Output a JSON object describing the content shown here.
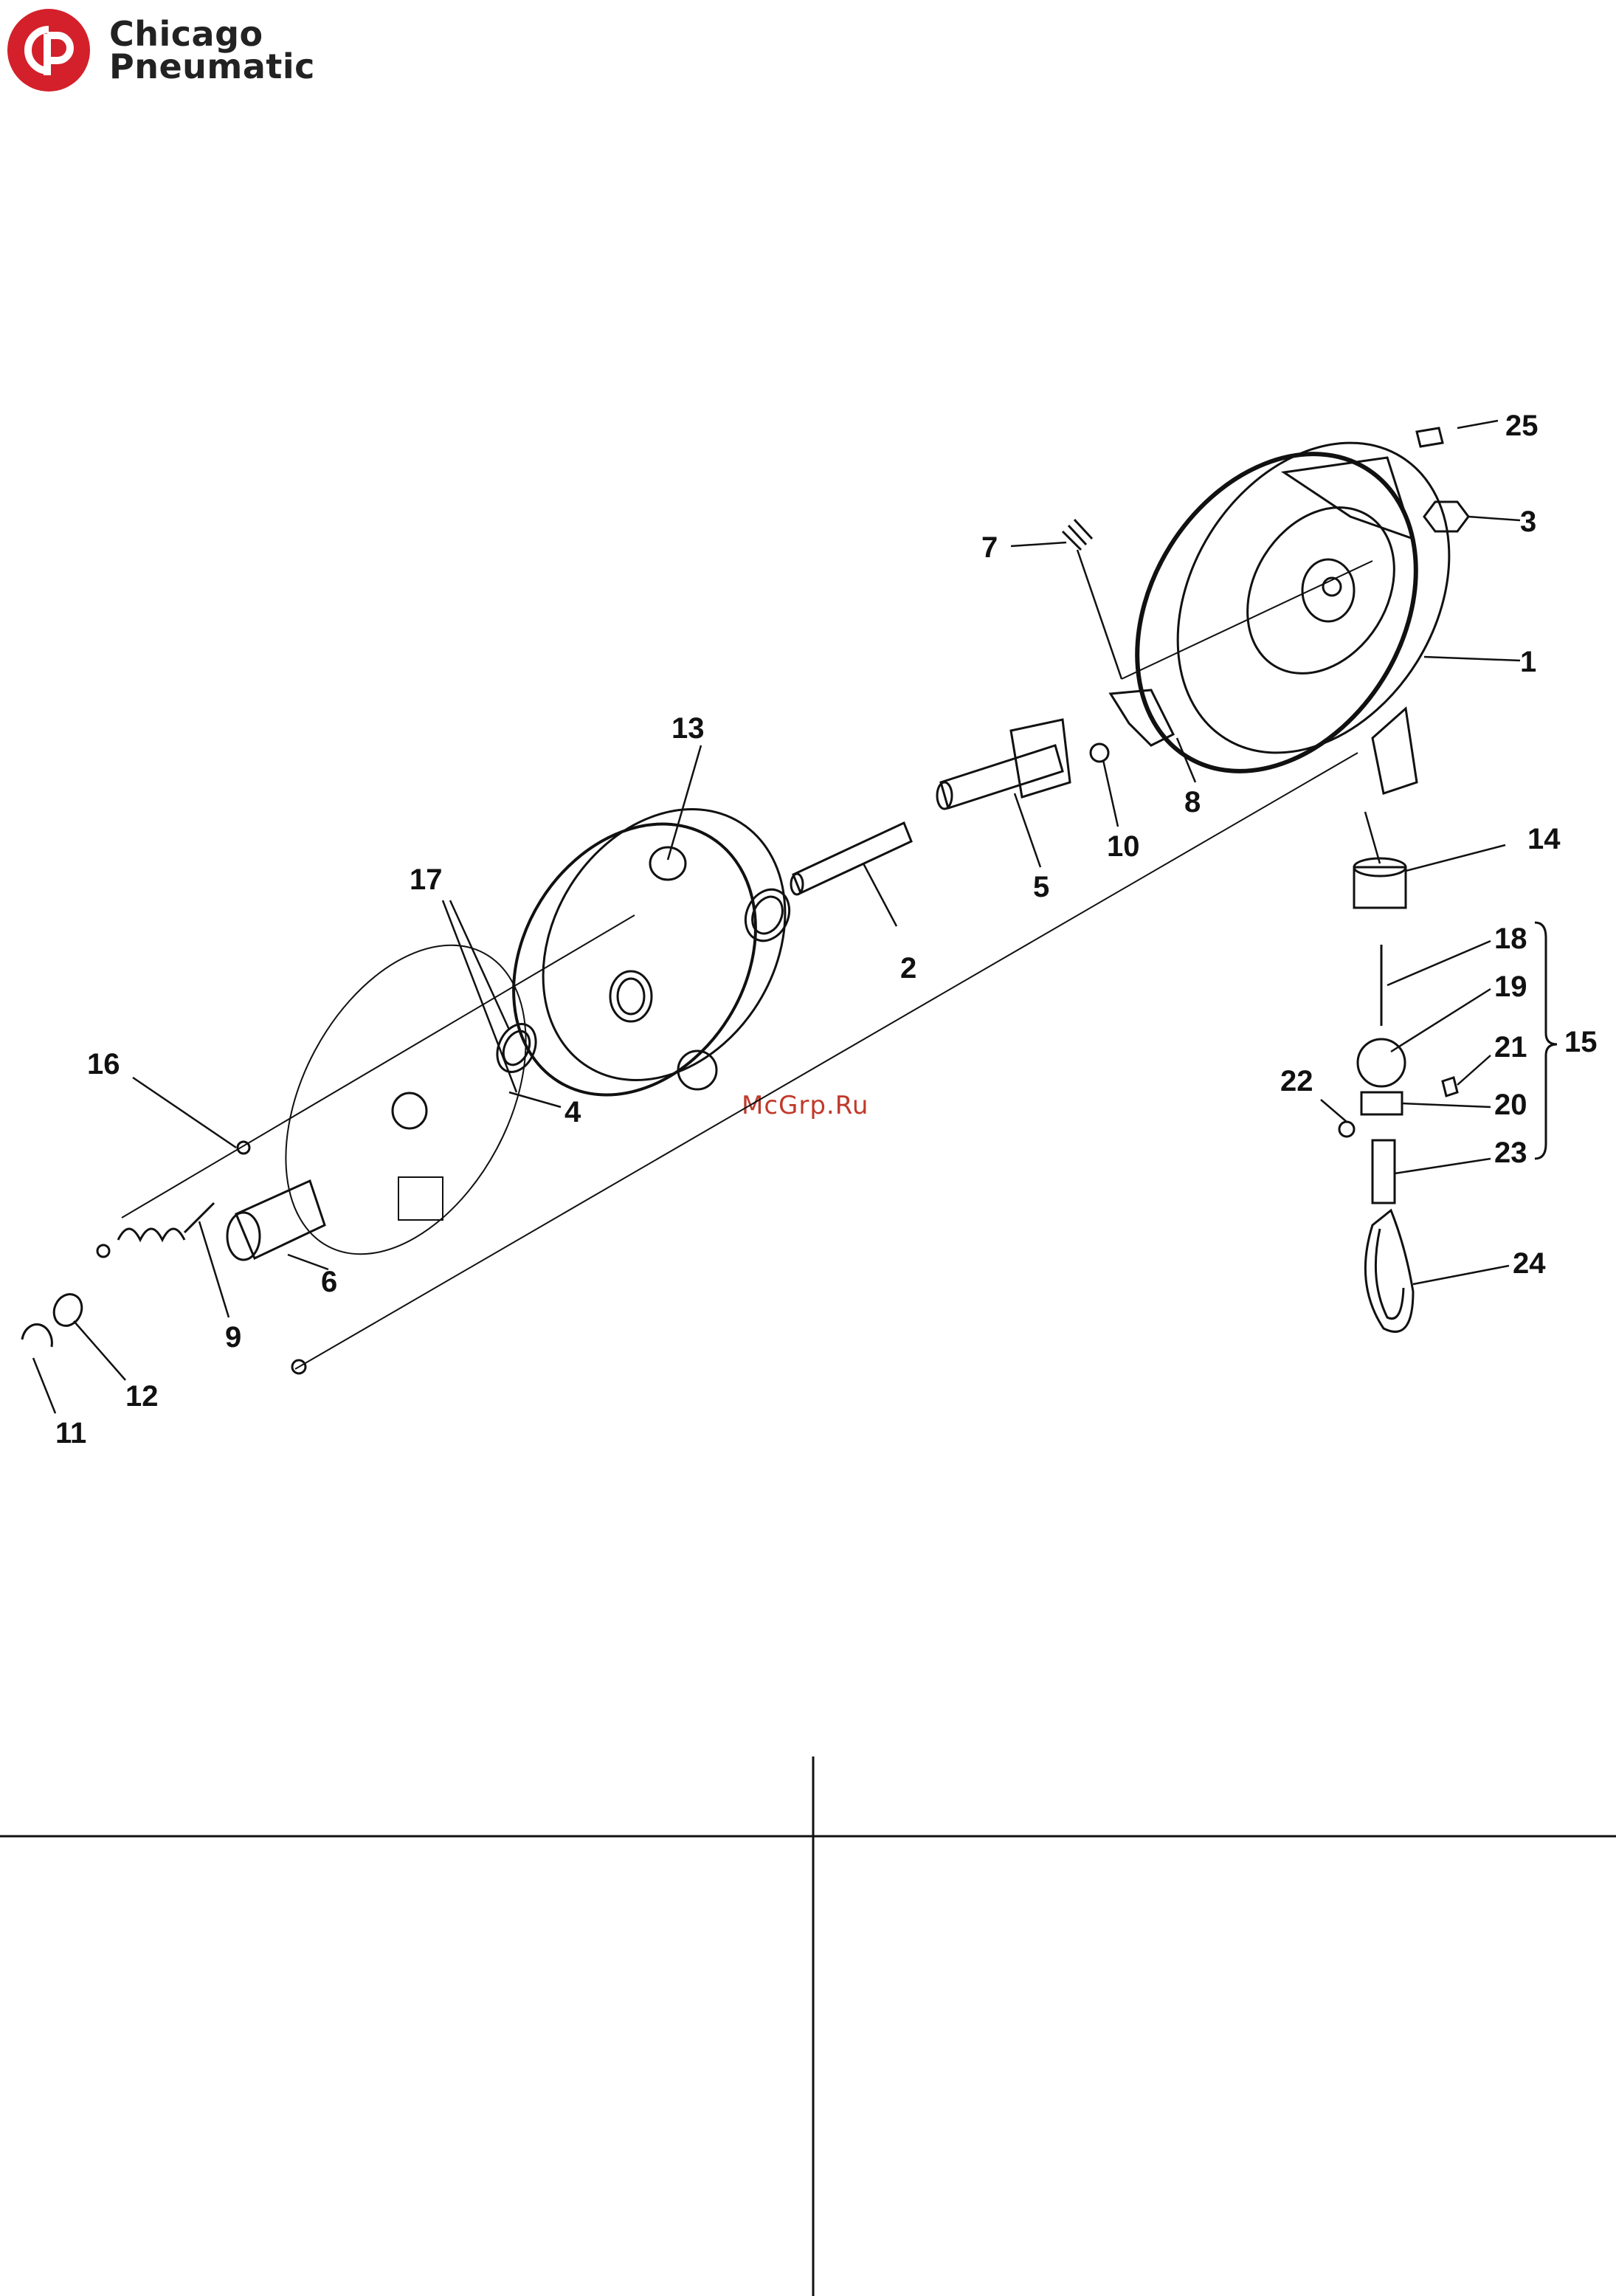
{
  "brand": {
    "line1": "Chicago",
    "line2": "Pneumatic",
    "logo_color": "#d4202a"
  },
  "watermark": "McGrp.Ru",
  "diagram": {
    "callouts": [
      "1",
      "2",
      "3",
      "4",
      "5",
      "6",
      "7",
      "8",
      "9",
      "10",
      "11",
      "12",
      "13",
      "14",
      "15",
      "16",
      "17",
      "18",
      "19",
      "20",
      "21",
      "22",
      "23",
      "24",
      "25"
    ]
  },
  "table": {
    "left_header": "",
    "right_header": ""
  }
}
